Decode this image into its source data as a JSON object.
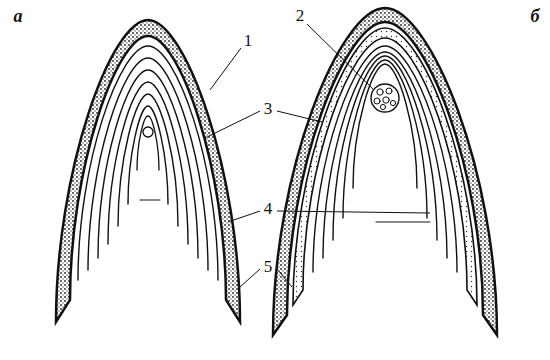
{
  "diagram": {
    "labels": [
      "а",
      "б",
      "1",
      "2",
      "3",
      "4",
      "5"
    ]
  }
}
